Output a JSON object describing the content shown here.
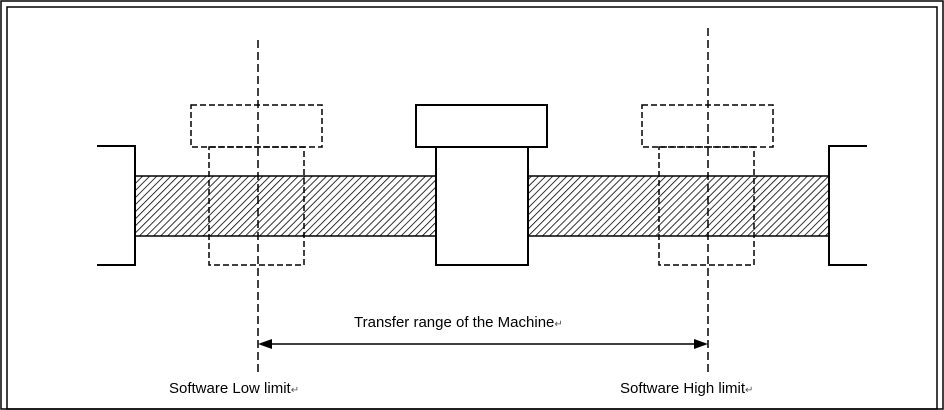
{
  "diagram": {
    "transfer_range_label": "Transfer range of the Machine",
    "low_limit_label": "Software Low limit",
    "high_limit_label": "Software High limit",
    "return_mark": "↵"
  },
  "colors": {
    "line": "#000000",
    "background": "#ffffff",
    "hatch": "#000000"
  }
}
